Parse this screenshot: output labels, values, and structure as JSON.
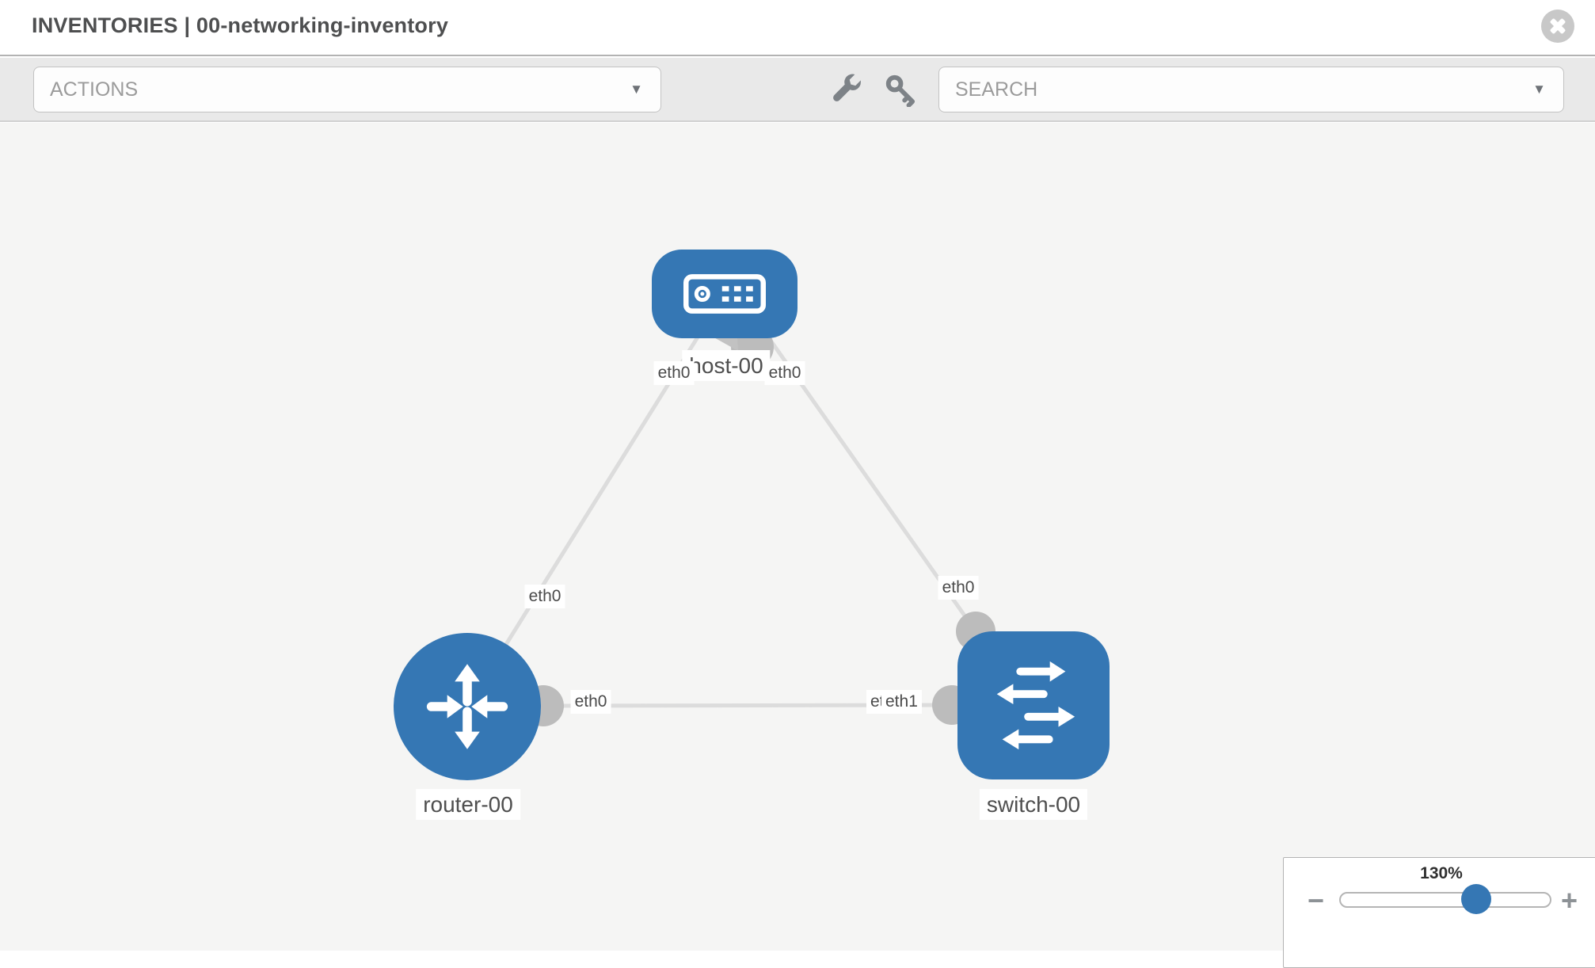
{
  "header": {
    "title": "INVENTORIES | 00-networking-inventory"
  },
  "toolbar": {
    "actions_placeholder": "ACTIONS",
    "search_placeholder": "SEARCH"
  },
  "icons": {
    "caret": "▼",
    "close": "x",
    "wrench": "wrench",
    "key": "key"
  },
  "diagram": {
    "nodes": [
      {
        "id": "host-00",
        "label": "host-00",
        "type": "host",
        "shape": "rounded-rect"
      },
      {
        "id": "router-00",
        "label": "router-00",
        "type": "router",
        "shape": "circle"
      },
      {
        "id": "switch-00",
        "label": "switch-00",
        "type": "switch",
        "shape": "rounded-square"
      }
    ],
    "links": [
      {
        "from": "router-00",
        "from_interface": "eth0",
        "to": "host-00",
        "to_interface": "eth0"
      },
      {
        "from": "switch-00",
        "from_interface": "eth0",
        "to": "host-00",
        "to_interface": "eth0"
      },
      {
        "from": "router-00",
        "from_interface": "eth0",
        "to": "switch-00",
        "to_interface": "eth1",
        "to_interface_overlapped": "eth0"
      }
    ]
  },
  "zoom_control": {
    "level": "130%",
    "minus": "−",
    "plus": "+"
  },
  "colors": {
    "node_blue": "#3577b4",
    "link_gray": "#dcdcdc",
    "endpoint_gray": "#bcbcbc",
    "canvas_bg": "#f5f5f4",
    "toolbar_bg": "#e9e9e9"
  }
}
